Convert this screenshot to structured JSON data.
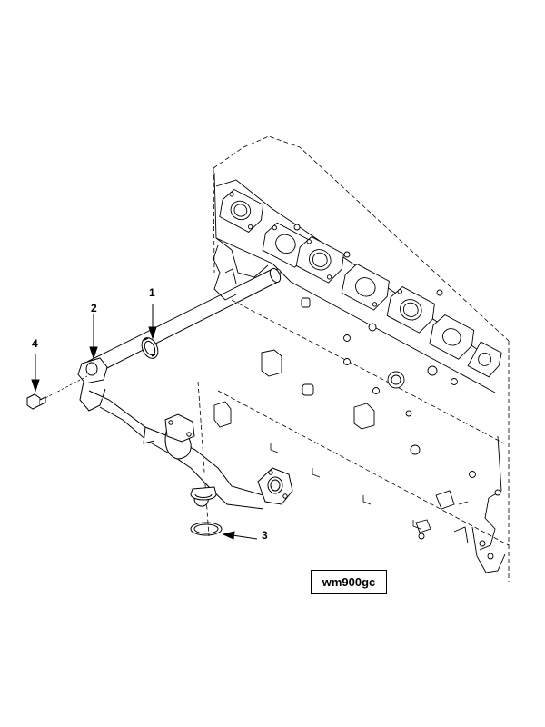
{
  "callouts": [
    {
      "label": "1",
      "part": "clamp"
    },
    {
      "label": "2",
      "part": "tube-flange"
    },
    {
      "label": "3",
      "part": "seal-ring"
    },
    {
      "label": "4",
      "part": "capscrew"
    }
  ],
  "reference_code": "wm900gc",
  "colors": {
    "line": "#000000",
    "hidden": "#555555",
    "background": "#ffffff"
  }
}
